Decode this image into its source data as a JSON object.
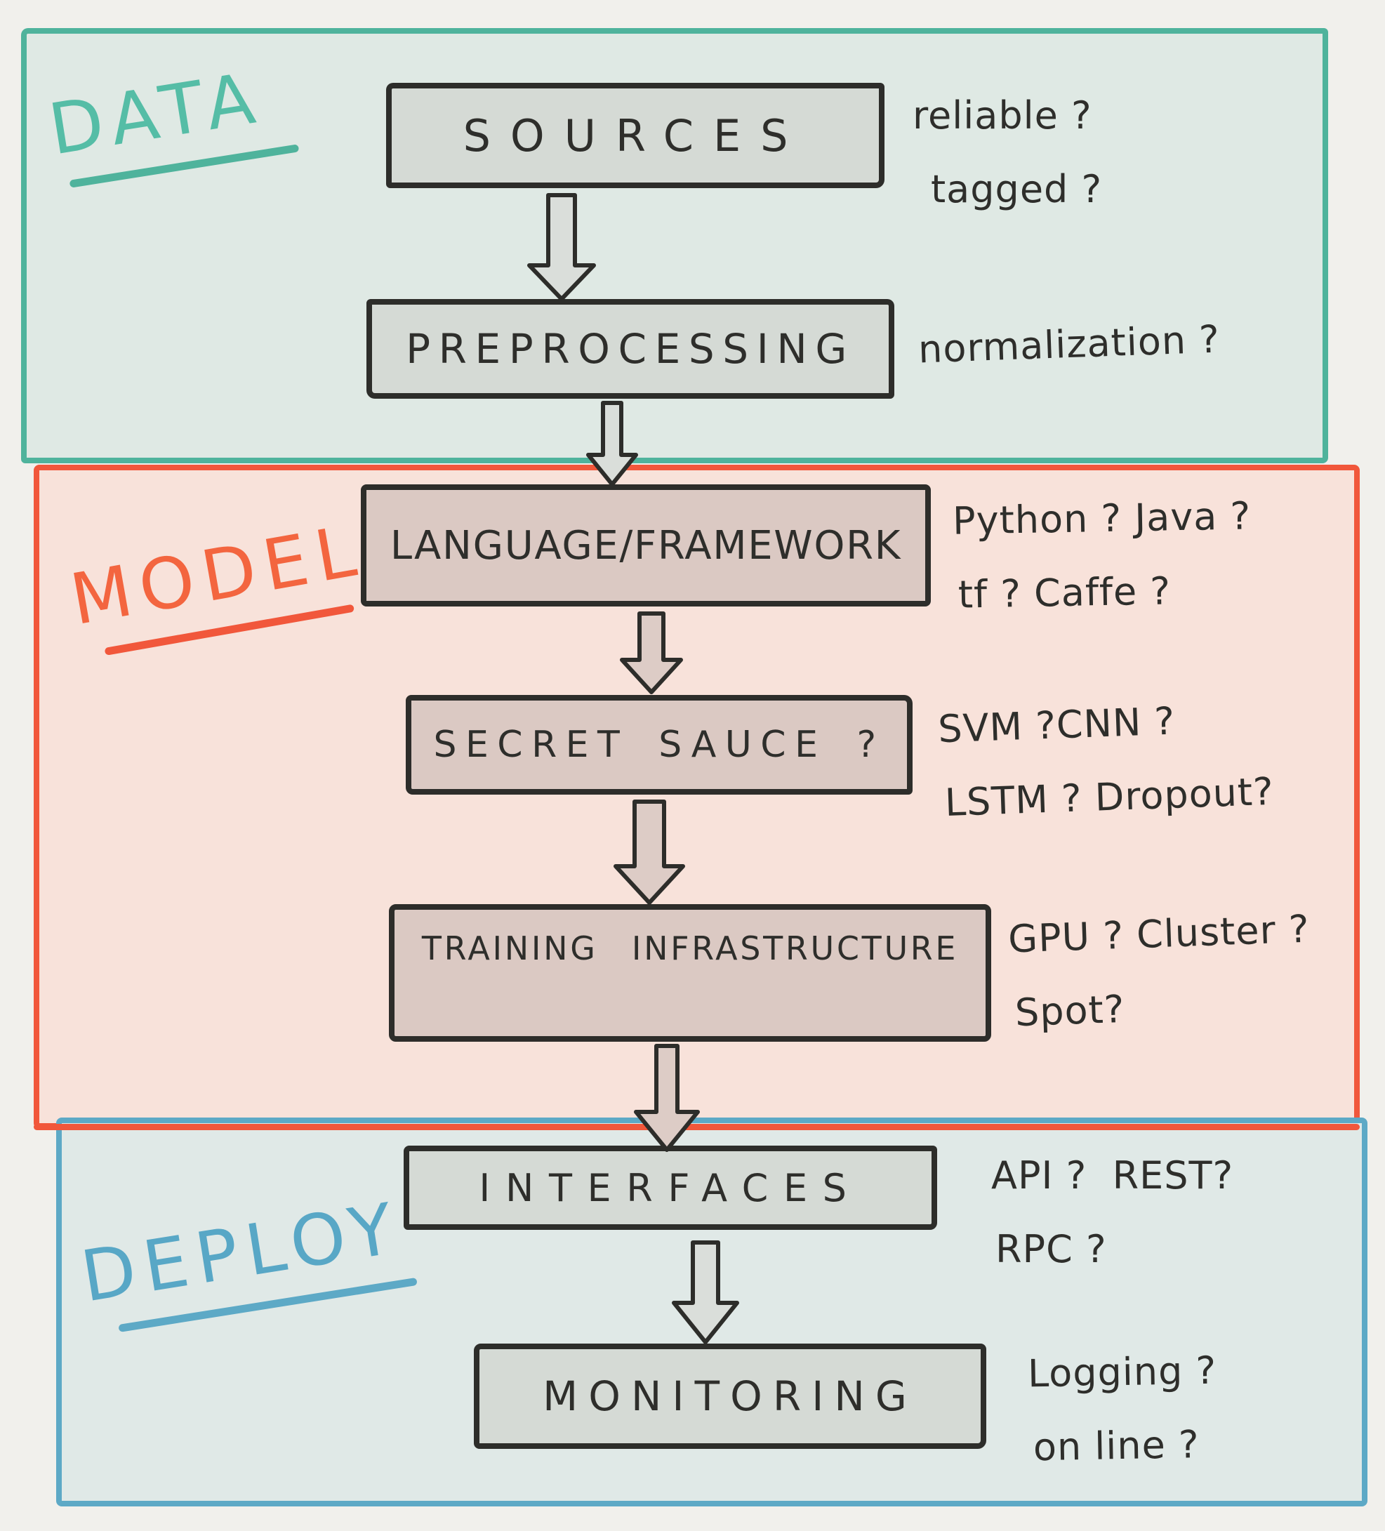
{
  "canvas": {
    "background": "#f1f0ec",
    "ink": "#2e2e2b",
    "node_border": "#2d2d2a"
  },
  "sections": [
    {
      "label": "DATA",
      "accent": "#4fb39c",
      "background": "#dfe9e4",
      "node_fill": "#d5dad5",
      "nodes": [
        {
          "label": "SOURCES",
          "annotations": [
            "reliable ?",
            "tagged ?"
          ]
        },
        {
          "label": "PREPROCESSING",
          "annotations": [
            "normalization ?"
          ]
        }
      ]
    },
    {
      "label": "MODEL",
      "accent": "#f1573b",
      "background": "#f8e2da",
      "node_fill": "#dbc9c3",
      "nodes": [
        {
          "label": "LANGUAGE/FRAMEWORK",
          "annotations": [
            "Python ? Java ?",
            "tf ? Caffe ?"
          ]
        },
        {
          "label": "SECRET SAUCE ?",
          "annotations": [
            "SVM ?CNN ?",
            "LSTM ? Dropout?"
          ]
        },
        {
          "label": "TRAINING INFRASTRUCTURE",
          "annotations": [
            "GPU ? Cluster ?",
            "Spot?"
          ]
        }
      ]
    },
    {
      "label": "DEPLOY",
      "accent": "#5da9c6",
      "background": "#e0e9e7",
      "node_fill": "#d5dad5",
      "nodes": [
        {
          "label": "INTERFACES",
          "annotations": [
            "API ?  REST?",
            "RPC ?"
          ]
        },
        {
          "label": "MONITORING",
          "annotations": [
            "Logging ?",
            "on line ?"
          ]
        }
      ]
    }
  ]
}
